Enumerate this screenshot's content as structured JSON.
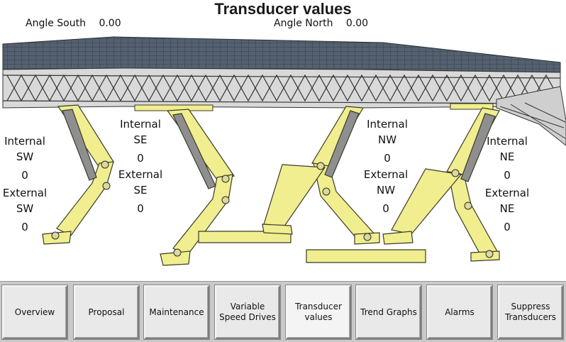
{
  "header": {
    "title": "Transducer values"
  },
  "angles": {
    "south_label": "Angle South",
    "south_value": "0.00",
    "north_label": "Angle North",
    "north_value": "0.00"
  },
  "transducers": {
    "internal_sw": {
      "label1": "Internal",
      "label2": "SW",
      "value": "0"
    },
    "external_sw": {
      "label1": "External",
      "label2": "SW",
      "value": "0"
    },
    "internal_se": {
      "label1": "Internal",
      "label2": "SE",
      "value": "0"
    },
    "external_se": {
      "label1": "External",
      "label2": "SE",
      "value": "0"
    },
    "internal_nw": {
      "label1": "Internal",
      "label2": "NW",
      "value": "0"
    },
    "external_nw": {
      "label1": "External",
      "label2": "NW",
      "value": "0"
    },
    "internal_ne": {
      "label1": "Internal",
      "label2": "NE",
      "value": "0"
    },
    "external_ne": {
      "label1": "External",
      "label2": "NE",
      "value": "0"
    }
  },
  "nav": {
    "overview": "Overview",
    "proposal": "Proposal",
    "maintenance": "Maintenance",
    "variable_speed_drives": "Variable Speed Drives",
    "transducer_values": "Transducer values",
    "trend_graphs": "Trend Graphs",
    "alarms": "Alarms",
    "suppress_transducers": "Suppress Transducers"
  },
  "colors": {
    "deck": "#4f5a66",
    "truss": "#6f7277",
    "leg": "#f0ee8e",
    "leg_outline": "#3a3a2a",
    "ram": "#8f8f8f"
  },
  "icons": {
    "scene": "bridge-structure-illustration"
  }
}
